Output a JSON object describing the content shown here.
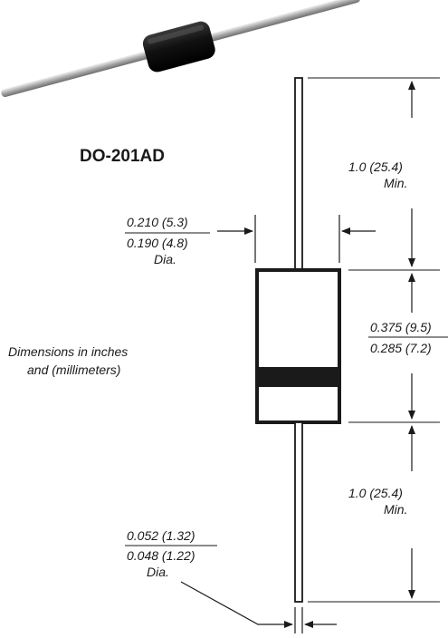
{
  "package": {
    "title": "DO-201AD"
  },
  "dimensions": {
    "top_lead_length": {
      "value": "1.0 (25.4)",
      "qualifier": "Min."
    },
    "body_diameter": {
      "max": "0.210 (5.3)",
      "min": "0.190 (4.8)",
      "qualifier": "Dia."
    },
    "body_length": {
      "max": "0.375 (9.5)",
      "min": "0.285 (7.2)"
    },
    "bottom_lead_length": {
      "value": "1.0 (25.4)",
      "qualifier": "Min."
    },
    "lead_diameter": {
      "max": "0.052 (1.32)",
      "min": "0.048 (1.22)",
      "qualifier": "Dia."
    }
  },
  "note": {
    "line1": "Dimensions in inches",
    "line2": "and (millimeters)"
  },
  "colors": {
    "ink": "#1a1a1a",
    "body_band": "#1a1a1a",
    "photo_body": "#111111",
    "photo_lead": "#b8b8b8"
  },
  "icons": {
    "photo": "diode-photo-icon"
  }
}
